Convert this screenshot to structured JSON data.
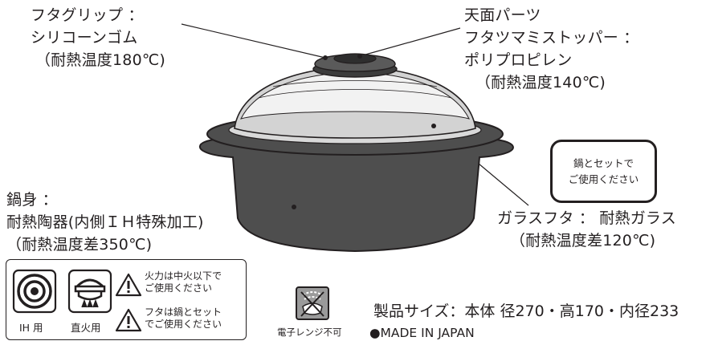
{
  "labels": {
    "lid_grip": [
      "フタグリップ ：",
      "シリコーンゴム",
      "（耐熱温度180℃)"
    ],
    "top_parts": [
      "天面パーツ",
      "フタツマミストッパー ：",
      "ポリプロピレン",
      "（耐熱温度140℃)"
    ],
    "pot_body": [
      "鍋身 ：",
      "耐熱陶器(内側ＩＨ特殊加工)",
      "（耐熱温度差350℃)"
    ],
    "glass_lid": [
      "ガラスフタ ： 耐熱ガラス",
      "（耐熱温度差120℃)"
    ]
  },
  "badge": [
    "鍋とセットで",
    "ご使用ください"
  ],
  "icons": {
    "ih_caption": "IH 用",
    "gas_caption": "直火用",
    "warning_1": [
      "火力は中火以下で",
      "ご使用ください"
    ],
    "warning_2": [
      "フタは鍋とセット",
      "でご使用ください"
    ],
    "microwave_caption": "電子レンジ不可"
  },
  "spec": "製品サイズ：本体 径270・高170・内径233",
  "origin": "●MADE IN JAPAN"
}
